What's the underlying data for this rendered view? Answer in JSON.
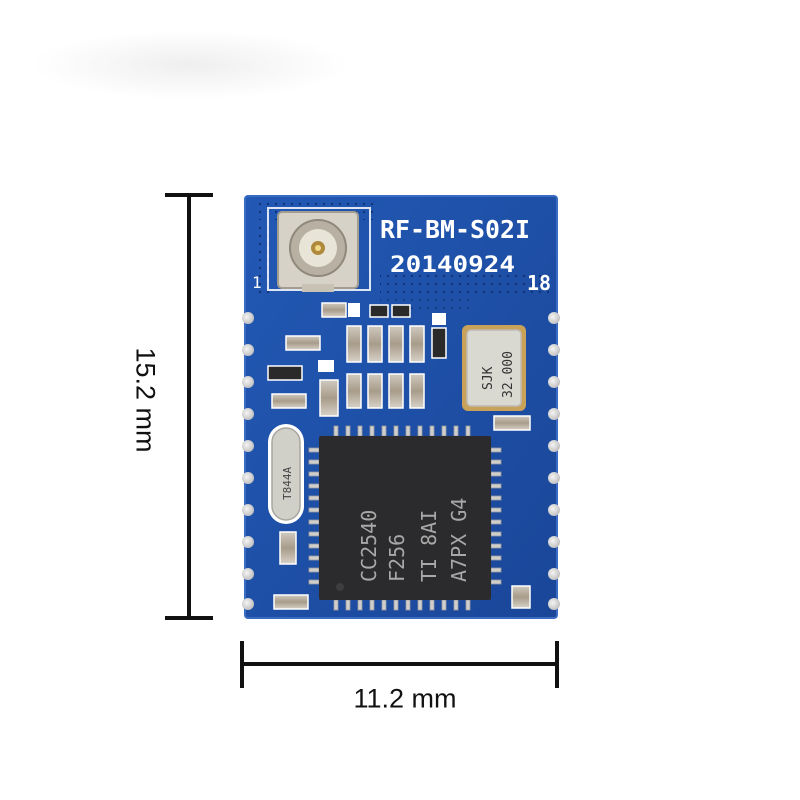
{
  "dimensions": {
    "height_label": "15.2 mm",
    "width_label": "11.2 mm"
  },
  "module": {
    "model": "RF-BM-S02I",
    "date_code": "20140924",
    "board_mark": "18",
    "pin_one_mark": "1"
  },
  "crystal_large": {
    "line1": "SJK",
    "line2": "32.000"
  },
  "crystal_small": {
    "text": "T844A"
  },
  "chip": {
    "line1": "CC2540",
    "line2": "F256",
    "line3": "TI  8AI",
    "line4": "A7PX G4"
  },
  "colors": {
    "pcb": "#1d4fa6",
    "pcb_edge": "#2b5fb8",
    "chip": "#2b2b2d",
    "pads": "#e3e3e3",
    "silk": "#ffffff",
    "crystal": "#d8d8d2",
    "dimension_lines": "#111111"
  }
}
